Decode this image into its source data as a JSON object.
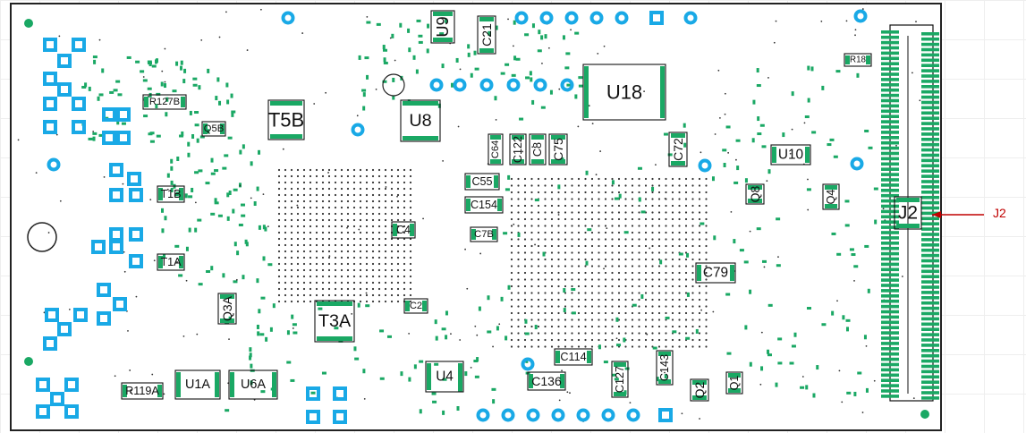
{
  "colors": {
    "board_outline": "#222222",
    "copper_pad": "#1aa864",
    "pad_dark": "#0a6e3a",
    "through_hole_ring": "#19a9e6",
    "silkscreen": "#111111",
    "via_dot": "#333333",
    "callout": "#c00000",
    "background_grid": "#eeeeee"
  },
  "callout": {
    "label": "J2",
    "target": "J2"
  },
  "components": [
    {
      "ref": "U9"
    },
    {
      "ref": "C21"
    },
    {
      "ref": "U18"
    },
    {
      "ref": "R127B"
    },
    {
      "ref": "T5B"
    },
    {
      "ref": "U8"
    },
    {
      "ref": "Q5B"
    },
    {
      "ref": "C64"
    },
    {
      "ref": "C122"
    },
    {
      "ref": "C8"
    },
    {
      "ref": "C75"
    },
    {
      "ref": "C72"
    },
    {
      "ref": "C55"
    },
    {
      "ref": "C154"
    },
    {
      "ref": "T1B"
    },
    {
      "ref": "T1A"
    },
    {
      "ref": "C4"
    },
    {
      "ref": "C7B"
    },
    {
      "ref": "C79"
    },
    {
      "ref": "Q4"
    },
    {
      "ref": "Q8"
    },
    {
      "ref": "Q3A"
    },
    {
      "ref": "T3A"
    },
    {
      "ref": "C2"
    },
    {
      "ref": "C114"
    },
    {
      "ref": "C136"
    },
    {
      "ref": "C127"
    },
    {
      "ref": "C143"
    },
    {
      "ref": "Q1"
    },
    {
      "ref": "Q2"
    },
    {
      "ref": "U4"
    },
    {
      "ref": "U1A"
    },
    {
      "ref": "U6A"
    },
    {
      "ref": "R119A"
    },
    {
      "ref": "U10"
    },
    {
      "ref": "J2"
    },
    {
      "ref": "R18"
    }
  ]
}
